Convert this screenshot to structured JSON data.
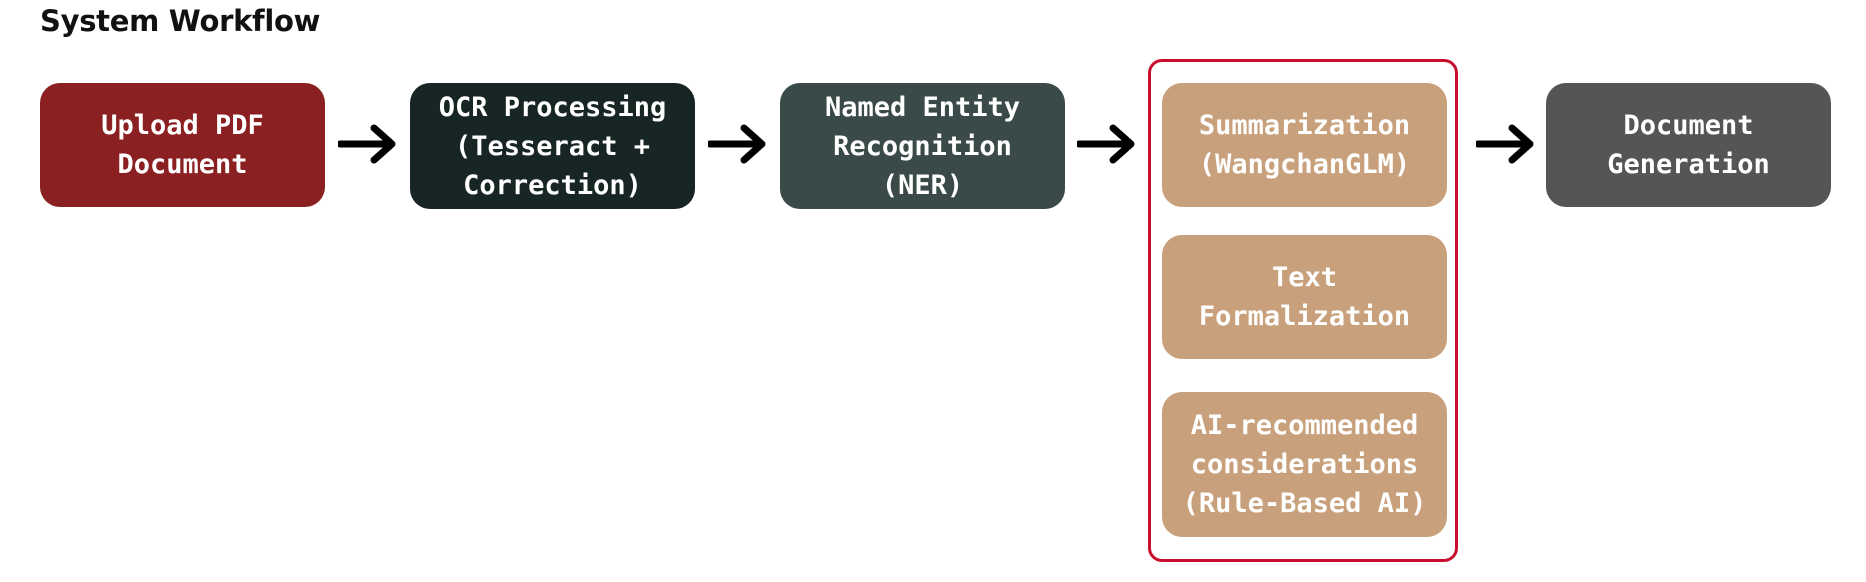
{
  "diagram": {
    "title": "System Workflow",
    "nodes": [
      {
        "id": "upload",
        "label": "Upload PDF\nDocument",
        "color": "#8b2022"
      },
      {
        "id": "ocr",
        "label": "OCR Processing\n(Tesseract +\nCorrection)",
        "color": "#172624"
      },
      {
        "id": "ner",
        "label": "Named Entity\nRecognition\n(NER)",
        "color": "#3a4a48"
      },
      {
        "id": "summarization",
        "label": "Summarization\n(WangchanGLM)",
        "color": "#c8a17c"
      },
      {
        "id": "formalization",
        "label": "Text\nFormalization",
        "color": "#c8a17c"
      },
      {
        "id": "ai_considerations",
        "label": "AI-recommended\nconsiderations\n(Rule-Based AI)",
        "color": "#c8a17c"
      },
      {
        "id": "generation",
        "label": "Document\nGeneration",
        "color": "#555555"
      }
    ],
    "edges": [
      {
        "from": "upload",
        "to": "ocr"
      },
      {
        "from": "ocr",
        "to": "ner"
      },
      {
        "from": "ner",
        "to": "nlp-group"
      },
      {
        "from": "nlp-group",
        "to": "generation"
      }
    ],
    "group": {
      "id": "nlp-group",
      "members": [
        "summarization",
        "formalization",
        "ai_considerations"
      ],
      "border_color": "#c8102e"
    }
  }
}
